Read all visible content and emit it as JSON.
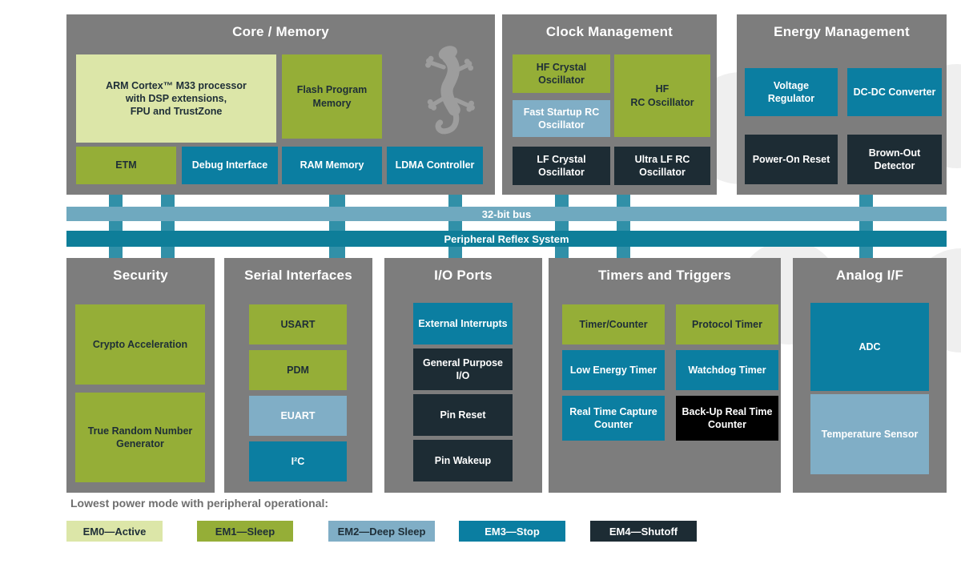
{
  "palette": {
    "em0_active": "#dce6a8",
    "em1_sleep": "#95ae37",
    "em2_deep_sleep": "#80aec6",
    "em3_stop": "#0b7ea1",
    "em4_shutoff": "#1d2c34",
    "black_block": "#000000",
    "section_background": "#7d7d7d",
    "bus_32bit": "#6fa9bf",
    "bus_prs": "#0e7e99",
    "connector": "#3190a8"
  },
  "sections": {
    "core_memory": {
      "title": "Core / Memory",
      "blocks": {
        "arm": "ARM Cortex™ M33 processor\nwith DSP extensions,\nFPU and TrustZone",
        "flash": "Flash Program Memory",
        "etm": "ETM",
        "debug": "Debug Interface",
        "ram": "RAM Memory",
        "ldma": "LDMA Controller"
      }
    },
    "clock": {
      "title": "Clock Management",
      "blocks": {
        "hfxo": "HF Crystal Oscillator",
        "hfrco": "HF\nRC Oscillator",
        "fsrco": "Fast Startup RC Oscillator",
        "lfxo": "LF Crystal Oscillator",
        "ulfrco": "Ultra LF RC Oscillator"
      }
    },
    "energy": {
      "title": "Energy Management",
      "blocks": {
        "vreg": "Voltage Regulator",
        "dcdc": "DC-DC Converter",
        "por": "Power-On Reset",
        "bod": "Brown-Out Detector"
      }
    },
    "security": {
      "title": "Security",
      "blocks": {
        "crypto": "Crypto Acceleration",
        "trng": "True Random Number Generator"
      }
    },
    "serial": {
      "title": "Serial Interfaces",
      "blocks": {
        "usart": "USART",
        "pdm": "PDM",
        "euart": "EUART",
        "i2c": "I²C"
      }
    },
    "io": {
      "title": "I/O Ports",
      "blocks": {
        "extint": "External Interrupts",
        "gpio": "General Purpose I/O",
        "pinreset": "Pin Reset",
        "pinwakeup": "Pin Wakeup"
      }
    },
    "timers": {
      "title": "Timers and Triggers",
      "blocks": {
        "timer": "Timer/Counter",
        "prot": "Protocol Timer",
        "letimer": "Low Energy Timer",
        "wdog": "Watchdog Timer",
        "rtcc": "Real Time Capture Counter",
        "burtc": "Back-Up Real Time Counter"
      }
    },
    "analog": {
      "title": "Analog I/F",
      "blocks": {
        "adc": "ADC",
        "temp": "Temperature Sensor"
      }
    }
  },
  "buses": {
    "bus32": "32-bit bus",
    "prs": "Peripheral Reflex System"
  },
  "legend": {
    "caption": "Lowest power mode with peripheral operational:",
    "items": [
      {
        "label": "EM0—Active",
        "color": "#dce6a8"
      },
      {
        "label": "EM1—Sleep",
        "color": "#95ae37"
      },
      {
        "label": "EM2—Deep Sleep",
        "color": "#80aec6"
      },
      {
        "label": "EM3—Stop",
        "color": "#0b7ea1"
      },
      {
        "label": "EM4—Shutoff",
        "color": "#1d2c34"
      }
    ]
  }
}
